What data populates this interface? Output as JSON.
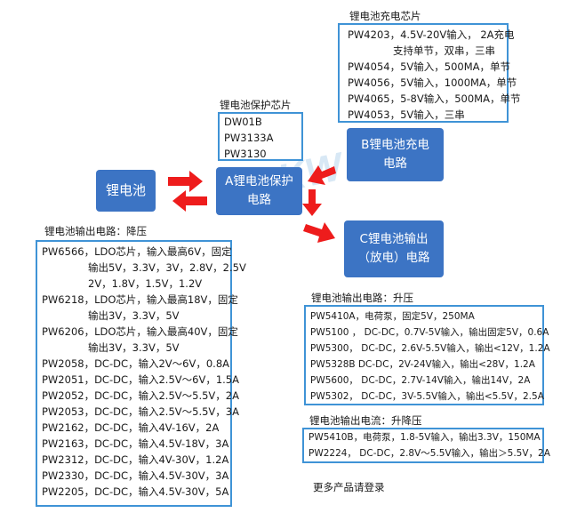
{
  "watermarks": [
    "KW",
    "KW",
    "KW"
  ],
  "charger_ics": {
    "caption": "锂电池充电芯片",
    "rows": [
      "PW4203，4.5V-20V输入， 2A充电",
      "支持单节，双串，三串",
      "PW4054，5V输入，500MA，单节",
      "PW4056，5V输入，1000MA，单节",
      "PW4065，5-8V输入，500MA，单节",
      "PW4053，5V输入，三串"
    ]
  },
  "protection_ics": {
    "caption": "锂电池保护芯片",
    "rows": [
      "DW01B",
      "PW3133A",
      "PW3130"
    ]
  },
  "blocks": {
    "battery": "锂电池",
    "protection_line1": "A锂电池保护",
    "protection_line2": "电路",
    "charging_line1": "B锂电池充电",
    "charging_line2": "电路",
    "output_line1": "C锂电池输出",
    "output_line2": "（放电）电路"
  },
  "buck": {
    "caption": "锂电池输出电路：降压",
    "rows": [
      "PW6566，LDO芯片，输入最高6V，固定",
      "输出5V，3.3V，3V，2.8V，2.5V",
      "2V，1.8V，1.5V，1.2V",
      "PW6218，LDO芯片，输入最高18V，固定",
      "输出3V，3.3V，5V",
      "PW6206，LDO芯片，输入最高40V，固定",
      "输出3V，3.3V，5V",
      "PW2058，DC-DC，输入2V～6V，0.8A",
      "PW2051，DC-DC，输入2.5V～6V，1.5A",
      "PW2052，DC-DC，输入2.5V～5.5V，2A",
      "PW2053，DC-DC，输入2.5V～5.5V，3A",
      "PW2162，DC-DC，输入4V-16V，2A",
      "PW2163，DC-DC，输入4.5V-18V，3A",
      "PW2312，DC-DC，输入4V-30V，1.2A",
      "PW2330，DC-DC，输入4.5V-30V，3A",
      "PW2205，DC-DC，输入4.5V-30V，5A"
    ]
  },
  "boost": {
    "caption": "锂电池输出电路：升压",
    "rows": [
      "PW5410A，电荷泵，固定5V，250MA",
      "PW5100 ， DC-DC，0.7V-5V输入，输出固定5V，0.6A",
      "PW5300， DC-DC，2.6V-5.5V输入，输出<12V，1.2A",
      "PW5328B  DC-DC，2V-24V输入，输出<28V，1.2A",
      "PW5600，  DC-DC，2.7V-14V输入，输出14V，2A",
      "PW5302，  DC-DC，3V-5.5V输入，输出<5.5V，2.5A"
    ]
  },
  "buck_boost": {
    "caption": "锂电池输出电流：升降压",
    "rows": [
      "PW5410B，电荷泵，1.8-5V输入，输出3.3V，150MA",
      "PW2224，  DC-DC，2.8V～5.5V输入，输出＞5.5V，2A"
    ]
  },
  "footer": "更多产品请登录",
  "colors": {
    "block": "#3c74c4",
    "box_border": "#3f93d6",
    "arrow": "#ee1c1c",
    "watermark": "#d8e8f5"
  }
}
